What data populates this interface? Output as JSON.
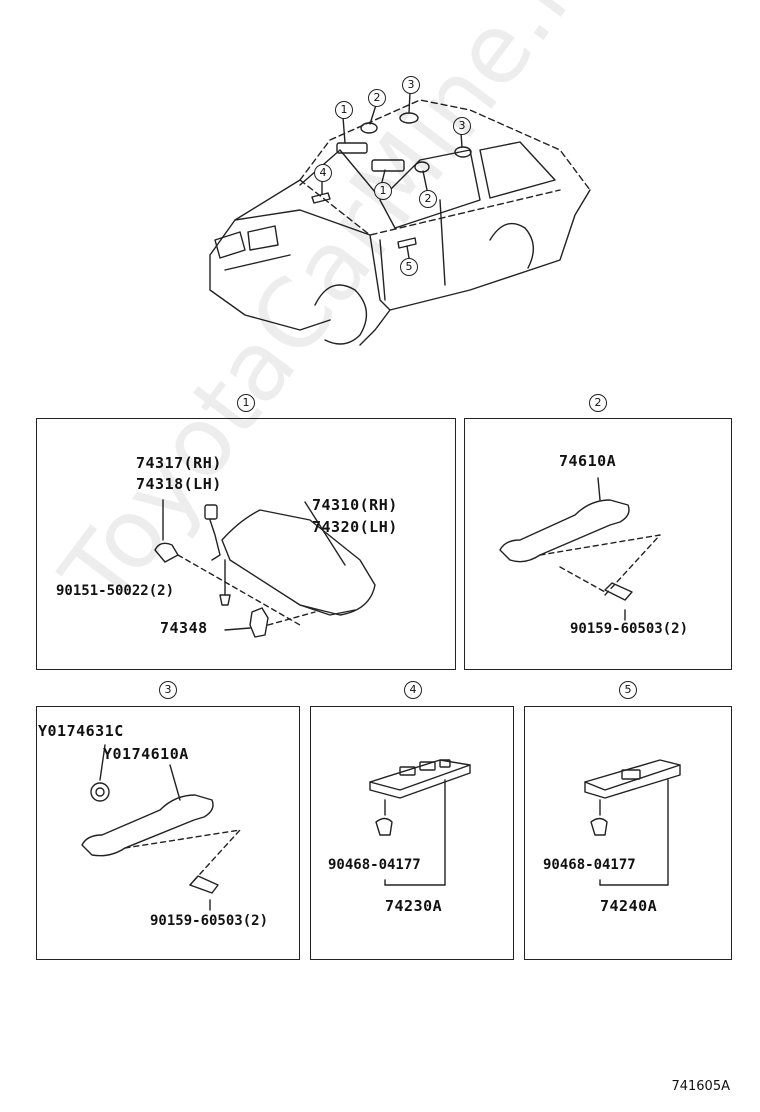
{
  "callouts_car": [
    "1",
    "2",
    "3",
    "3",
    "1",
    "4",
    "2",
    "5"
  ],
  "panels": {
    "p1": {
      "index": "1",
      "labels": [
        "74317(RH)",
        "74318(LH)",
        "74310(RH)",
        "74320(LH)",
        "90151-50022(2)",
        "74348"
      ]
    },
    "p2": {
      "index": "2",
      "labels": [
        "74610A",
        "90159-60503(2)"
      ]
    },
    "p3": {
      "index": "3",
      "labels": [
        "Y0174631C",
        "Y0174610A",
        "90159-60503(2)"
      ]
    },
    "p4": {
      "index": "4",
      "labels": [
        "90468-04177",
        "74230A"
      ]
    },
    "p5": {
      "index": "5",
      "labels": [
        "90468-04177",
        "74240A"
      ]
    }
  },
  "watermark": "ToyotaCarMine.ru",
  "diagram_ref": "741605A"
}
